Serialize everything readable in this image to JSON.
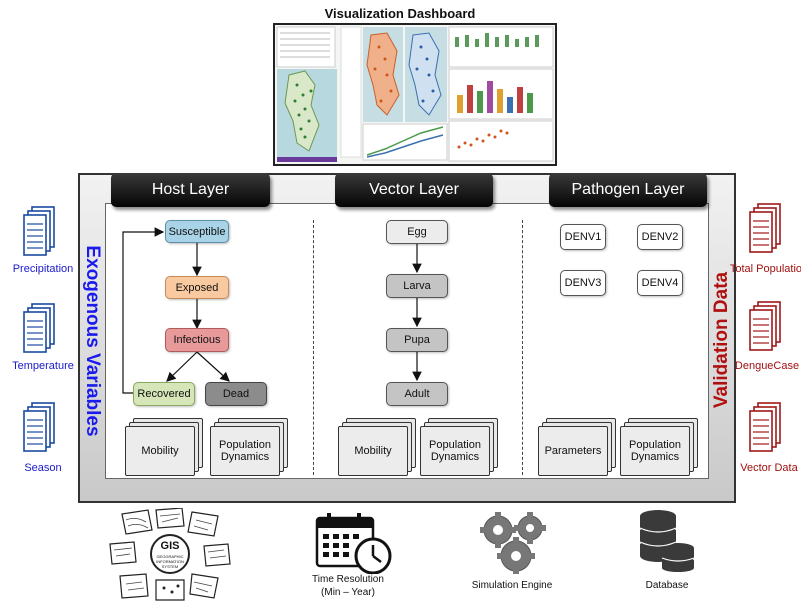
{
  "dashboard": {
    "title": "Visualization Dashboard"
  },
  "layers": {
    "host": {
      "title": "Host Layer",
      "states": [
        "Susceptible",
        "Exposed",
        "Infectious",
        "Recovered",
        "Dead"
      ],
      "docs": [
        "Mobility",
        "Population Dynamics"
      ]
    },
    "vector": {
      "title": "Vector Layer",
      "stages": [
        "Egg",
        "Larva",
        "Pupa",
        "Adult"
      ],
      "docs": [
        "Mobility",
        "Population Dynamics"
      ]
    },
    "pathogen": {
      "title": "Pathogen Layer",
      "serotypes": [
        "DENV1",
        "DENV2",
        "DENV3",
        "DENV4"
      ],
      "docs": [
        "Parameters",
        "Population Dynamics"
      ]
    }
  },
  "exogenous": {
    "title": "Exogenous Variables",
    "items": [
      "Precipitation",
      "Temperature",
      "Season"
    ]
  },
  "validation": {
    "title": "Validation Data",
    "items": [
      "Total Population",
      "DengueCase",
      "Vector Data"
    ]
  },
  "bottom": {
    "gis_text": "GIS",
    "gis_subtext": "GEOGRAPHIC INFORMATION SYSTEM",
    "time_resolution": "Time Resolution",
    "time_range": "(Min – Year)",
    "simulation_engine": "Simulation Engine",
    "database": "Database"
  },
  "colors": {
    "susceptible": "#a9d3e6",
    "exposed": "#f9c9a0",
    "infectious": "#e89a9a",
    "recovered": "#d6e6b8",
    "dead": "#8c8c8c",
    "exogenous": "#1a1aee",
    "validation": "#b01010"
  }
}
